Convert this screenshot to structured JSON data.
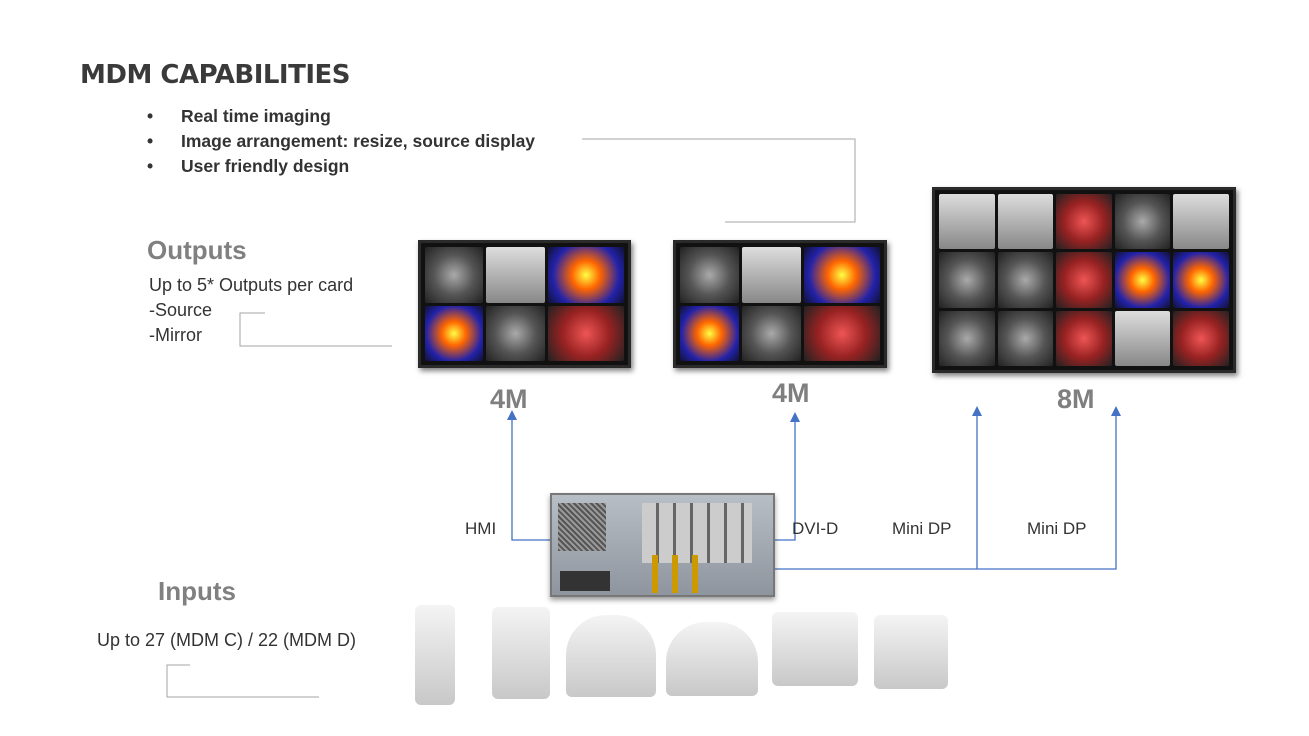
{
  "title": "MDM CAPABILITIES",
  "capabilities": [
    "Real time imaging",
    "Image arrangement: resize, source display",
    "User friendly design"
  ],
  "outputs": {
    "heading": "Outputs",
    "lines": [
      "Up to 5* Outputs per card",
      "-Source",
      "-Mirror"
    ]
  },
  "inputs": {
    "heading": "Inputs",
    "text": "Up to 27 (MDM C) / 22 (MDM D)"
  },
  "displays": [
    {
      "label": "4M"
    },
    {
      "label": "4M"
    },
    {
      "label": "8M"
    }
  ],
  "ports": [
    "HMI",
    "DVI-D",
    "Mini DP",
    "Mini DP"
  ],
  "colors": {
    "connector": "#4472c4",
    "bracket": "#a6a6a6"
  },
  "input_devices": [
    "mammography-icon",
    "ultrasound-icon",
    "mri-icon",
    "ct-icon",
    "angiography-icon",
    "xray-icon"
  ]
}
